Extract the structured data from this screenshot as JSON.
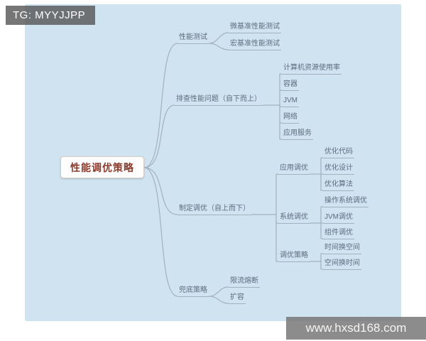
{
  "watermarks": {
    "top_left": "TG: MYYJJPP",
    "bottom_right": "www.hxsd168.com"
  },
  "colors": {
    "page_bg": "#ffffff",
    "map_bg": "#cfe3f1",
    "connector_line": "#a3b1bd",
    "node_text": "#5d6d7c",
    "root_text": "#8b3a2b",
    "root_bg": "#fdfdfd",
    "watermark_bg": "#585858",
    "watermark_text": "#ffffff"
  },
  "mindmap": {
    "root": {
      "label": "性能调优策略"
    },
    "branches": [
      {
        "label": "性能测试",
        "children": [
          {
            "label": "微基准性能测试"
          },
          {
            "label": "宏基准性能测试"
          }
        ]
      },
      {
        "label": "排查性能问题（自下而上）",
        "children": [
          {
            "label": "计算机资源使用率"
          },
          {
            "label": "容器"
          },
          {
            "label": "JVM"
          },
          {
            "label": "网络"
          },
          {
            "label": "应用服务"
          }
        ]
      },
      {
        "label": "制定调优（自上而下）",
        "children": [
          {
            "label": "应用调优",
            "children": [
              {
                "label": "优化代码"
              },
              {
                "label": "优化设计"
              },
              {
                "label": "优化算法"
              }
            ]
          },
          {
            "label": "系统调优",
            "children": [
              {
                "label": "操作系统调优"
              },
              {
                "label": "JVM调优"
              },
              {
                "label": "组件调优"
              }
            ]
          },
          {
            "label": "调优策略",
            "children": [
              {
                "label": "时间换空间"
              },
              {
                "label": "空间换时间"
              }
            ]
          }
        ]
      },
      {
        "label": "兜底策略",
        "children": [
          {
            "label": "限流熔断"
          },
          {
            "label": "扩容"
          }
        ]
      }
    ]
  }
}
